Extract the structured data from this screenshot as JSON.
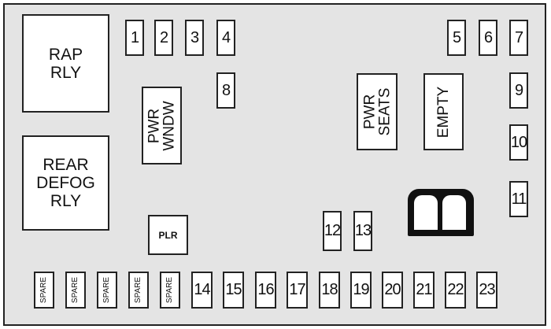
{
  "relays": {
    "rap": "RAP\nRLY",
    "rear_defog": "REAR\nDEFOG\nRLY",
    "pwr_wndw": "PWR\nWNDW",
    "pwr_seats": "PWR\nSEATS",
    "empty": "EMPTY",
    "plr": "PLR"
  },
  "fuses": {
    "f1": "1",
    "f2": "2",
    "f3": "3",
    "f4": "4",
    "f5": "5",
    "f6": "6",
    "f7": "7",
    "f8": "8",
    "f9": "9",
    "f10": "10",
    "f11": "11",
    "f12": "12",
    "f13": "13",
    "f14": "14",
    "f15": "15",
    "f16": "16",
    "f17": "17",
    "f18": "18",
    "f19": "19",
    "f20": "20",
    "f21": "21",
    "f22": "22",
    "f23": "23"
  },
  "spare_label": "SPARE"
}
